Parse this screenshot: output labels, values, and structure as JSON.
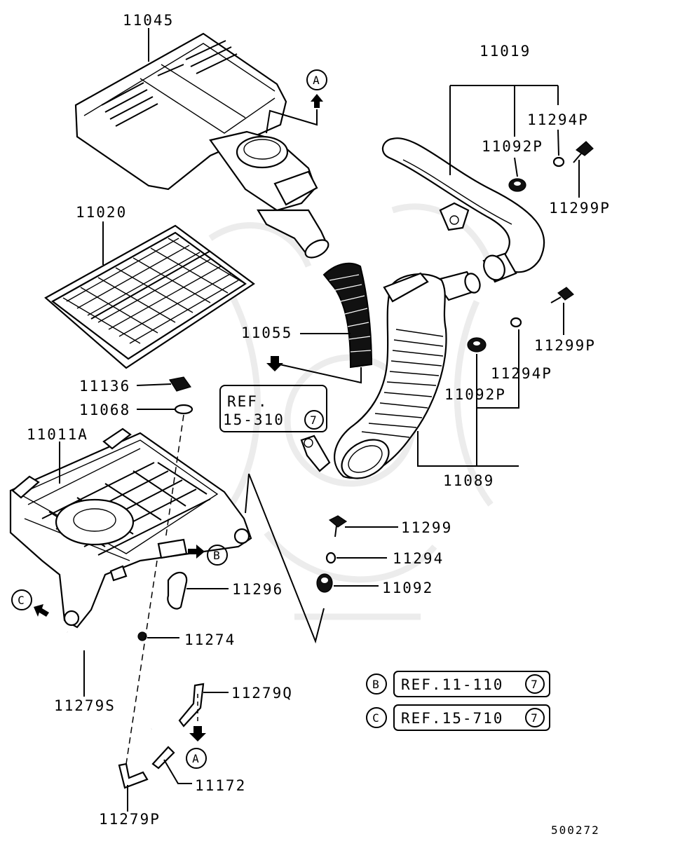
{
  "labels": {
    "p11045": "11045",
    "p11019": "11019",
    "p11294p_top": "11294P",
    "p11092p_top": "11092P",
    "p11299p_top": "11299P",
    "p11020": "11020",
    "p11299p_mid": "11299P",
    "p11055": "11055",
    "p11294p_mid": "11294P",
    "p11136": "11136",
    "p11092p_mid": "11092P",
    "p11068": "11068",
    "p11011a": "11011A",
    "p11089": "11089",
    "p11299": "11299",
    "p11294": "11294",
    "p11092": "11092",
    "p11296": "11296",
    "p11274": "11274",
    "p11279q": "11279Q",
    "p11279s": "11279S",
    "p11172": "11172",
    "p11279p": "11279P",
    "figure_number": "500272"
  },
  "markers": {
    "a_top": "A",
    "b": "B",
    "c": "C",
    "a_bottom": "A"
  },
  "references": {
    "ref_main": {
      "line1": "REF.",
      "line2": "15-310",
      "page": "7"
    },
    "ref_b": {
      "key": "B",
      "text": "REF.11-110",
      "page": "7"
    },
    "ref_c": {
      "key": "C",
      "text": "REF.15-710",
      "page": "7"
    }
  },
  "colors": {
    "line": "#000000",
    "background": "#ffffff",
    "watermark": "#ececec"
  }
}
